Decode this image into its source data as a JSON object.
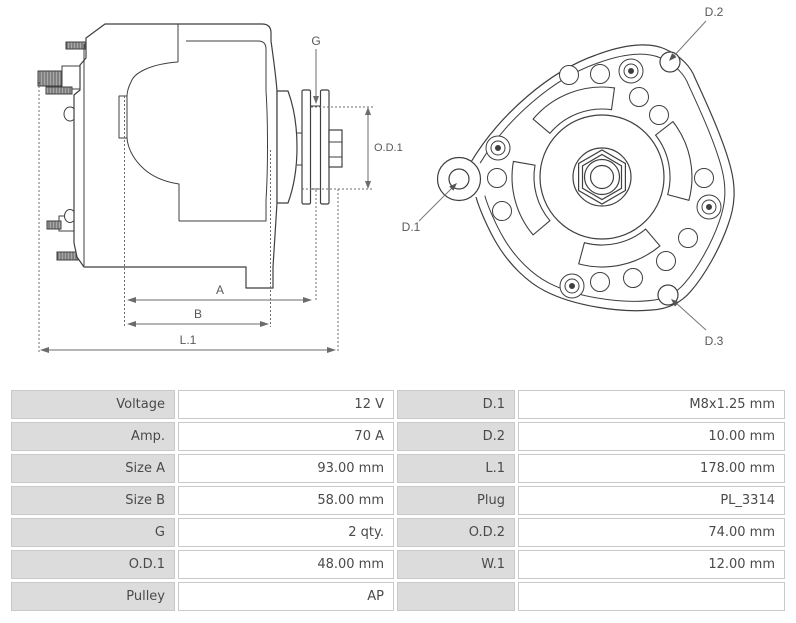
{
  "drawing": {
    "side_view_labels": {
      "g": "G",
      "od1": "O.D.1",
      "a": "A",
      "b": "B",
      "l1": "L.1"
    },
    "front_view_labels": {
      "d1": "D.1",
      "d2": "D.2",
      "d3": "D.3"
    }
  },
  "table": {
    "rows": [
      [
        "Voltage",
        "12 V",
        "D.1",
        "M8x1.25 mm"
      ],
      [
        "Amp.",
        "70 A",
        "D.2",
        "10.00 mm"
      ],
      [
        "Size A",
        "93.00 mm",
        "L.1",
        "178.00 mm"
      ],
      [
        "Size B",
        "58.00 mm",
        "Plug",
        "PL_3314"
      ],
      [
        "G",
        "2 qty.",
        "O.D.2",
        "74.00 mm"
      ],
      [
        "O.D.1",
        "48.00 mm",
        "W.1",
        "12.00 mm"
      ],
      [
        "Pulley",
        "AP",
        "",
        ""
      ]
    ]
  },
  "colors": {
    "label_cell_bg": "#dcdcdc",
    "cell_border": "#c9c9c9",
    "table_text": "#4a4a4a",
    "drawing_line": "#3f3f3f",
    "dimension_line": "#6b6b6b",
    "label_text": "#595959"
  }
}
